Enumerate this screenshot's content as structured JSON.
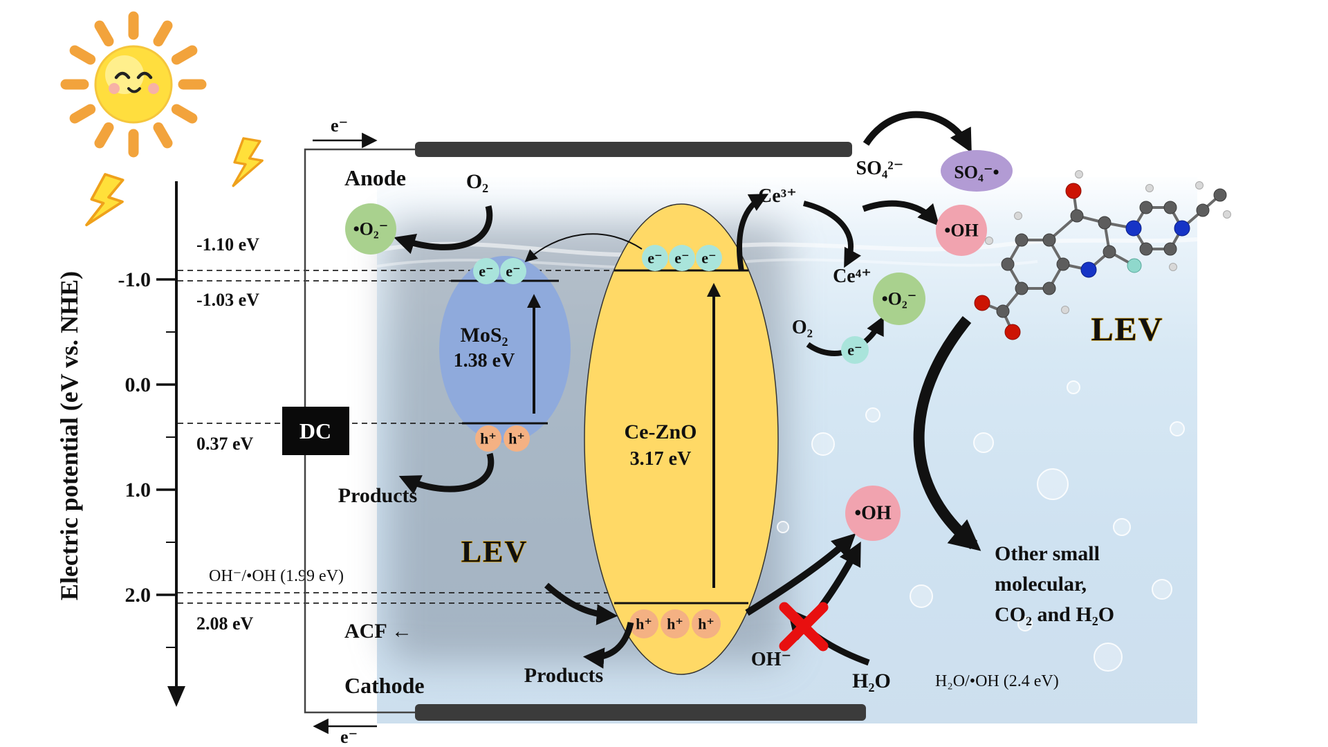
{
  "axis": {
    "label": "Electric potential (eV vs. NHE)",
    "ticks": {
      "t1": "-1.0",
      "t2": "0.0",
      "t3": "1.0",
      "t4": "2.0"
    },
    "levels": {
      "ce_zno_cb": "-1.10 eV",
      "mos2_cb": "-1.03 eV",
      "mos2_vb": "0.37 eV",
      "oh_couple": "OH⁻/•OH (1.99 eV)",
      "ce_zno_vb": "2.08 eV"
    }
  },
  "circuit": {
    "dc": "DC",
    "anode": "Anode",
    "cathode": "Cathode",
    "acf": "ACF ←",
    "electron_top": "e⁻",
    "electron_bottom": "e⁻"
  },
  "mos2": {
    "name": "MoS₂",
    "gap": "1.38 eV"
  },
  "ce_zno": {
    "name": "Ce-ZnO",
    "gap": "3.17 eV"
  },
  "carriers": {
    "electron": "e⁻",
    "hole": "h⁺"
  },
  "species": {
    "o2_anode": "O₂",
    "superoxide_anode": "•O₂⁻",
    "ce3": "Ce³⁺",
    "ce4": "Ce⁴⁺",
    "sulfate": "SO₄²⁻",
    "sulfate_radical": "SO₄⁻•",
    "hydroxyl_top": "•OH",
    "superoxide_right": "•O₂⁻",
    "o2_right": "O₂",
    "electron_right": "e⁻",
    "hydroxyl_mid": "•OH",
    "hydroxide": "OH⁻",
    "water": "H₂O",
    "water_couple": "H₂O/•OH (2.4 eV)"
  },
  "labels": {
    "lev_top": "LEV",
    "lev_bottom": "LEV",
    "products_left": "Products",
    "products_bottom": "Products",
    "deg_line1": "Other small",
    "deg_line2": "molecular,",
    "deg_line3": "CO₂ and H₂O"
  },
  "colors": {
    "mos2_fill": "#8FAADC",
    "ce_zno_fill": "#FFD966",
    "electron_fill": "#A9E4DB",
    "hole_fill": "#F4B183",
    "superoxide_fill": "#A9D18E",
    "hydroxyl_fill": "#F1A3AF",
    "sulfate_radical_fill": "#B29BD4",
    "lev_text": "#FFC000",
    "block_cross": "#E81010",
    "electrode": "#3B3B3B"
  }
}
